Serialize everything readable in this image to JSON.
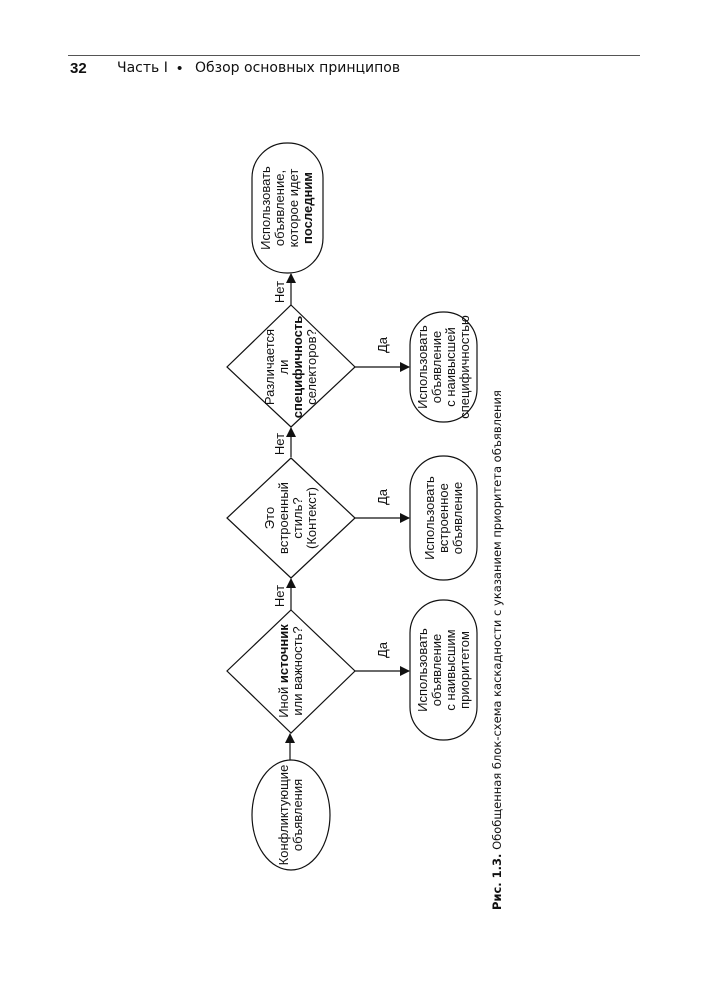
{
  "header": {
    "page_number": "32",
    "part": "Часть I",
    "bullet": "•",
    "section": "Обзор основных принципов"
  },
  "diagram": {
    "start": {
      "lines": [
        "Конфликтующие",
        "объявления"
      ]
    },
    "decision1": {
      "line1_a": "Иной ",
      "line1_b": "источник",
      "line2": "или важность?"
    },
    "result1": {
      "lines": [
        "Использовать",
        "объявление",
        "с наивысшим",
        "приоритетом"
      ]
    },
    "decision2": {
      "lines": [
        "Это",
        "встроенный",
        "стиль?",
        "(Контекст)"
      ]
    },
    "result2": {
      "lines": [
        "Использовать",
        "встроенное",
        "объявление"
      ]
    },
    "decision3": {
      "lines": [
        "Различается",
        "ли",
        "специфичность",
        "селекторов?"
      ]
    },
    "result3": {
      "lines": [
        "Использовать",
        "объявление",
        "с наивысшей",
        "специфичностью"
      ]
    },
    "final": {
      "lines": [
        "Использовать",
        "объявление,",
        "которое идет",
        "последним"
      ]
    },
    "yes_label": "Да",
    "no_label": "Нет"
  },
  "caption": {
    "label": "Рис. 1.3.",
    "text": " Обобщенная блок-схема каскадности с указанием приоритета объявления"
  }
}
